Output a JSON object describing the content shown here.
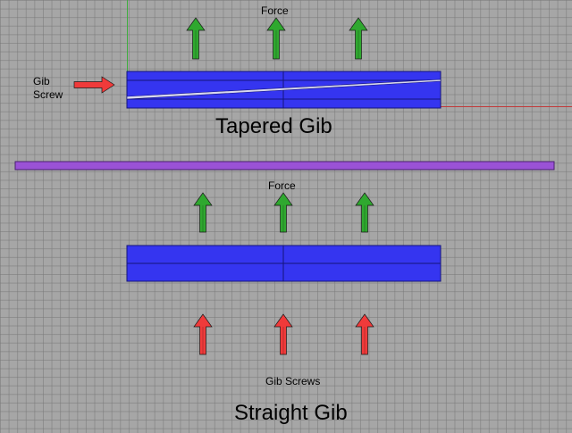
{
  "colors": {
    "background": "#a6a6a6",
    "gib_blue": "#3535f0",
    "slide_purple": "#9a52d6",
    "force_arrow": "#2fa82f",
    "screw_arrow": "#f03a3a"
  },
  "tapered": {
    "force_label": "Force",
    "screw_label_line1": "Gib",
    "screw_label_line2": "Screw",
    "title": "Tapered Gib"
  },
  "straight": {
    "force_label": "Force",
    "screws_label": "Gib Screws",
    "title": "Straight Gib"
  }
}
